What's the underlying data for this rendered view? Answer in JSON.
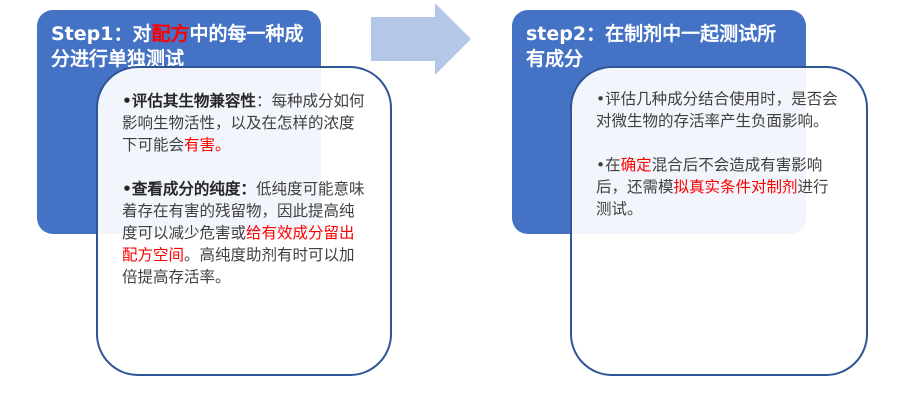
{
  "colors": {
    "header_fill": "#4472c4",
    "card_border": "#2f5597",
    "arrow_fill": "#b4c7e7",
    "highlight": "#ff0000"
  },
  "step1": {
    "title_pre": "Step1：对",
    "title_highlight": "配方",
    "title_post": "中的每一种成分进行单独测试",
    "bullets": [
      {
        "marker": "•",
        "bold": "评估其生物兼容性",
        "text": "：每种成分如何影响生物活性，以及在怎样的浓度下可能会",
        "highlight": "有害。",
        "tail": ""
      },
      {
        "marker": "•",
        "bold": "查看成分的纯度：",
        "text": "低纯度可能意味着存在有害的残留物，因此提高纯度可以减少危害或",
        "highlight": "给有效成分留出配方空间",
        "tail": "。高纯度助剂有时可以加倍提高存活率。"
      }
    ]
  },
  "step2": {
    "title": "step2：在制剂中一起测试所有成分",
    "bullets": [
      {
        "marker": "•",
        "text_pre": "评估几种成分结合使用时，是否会对微生物的存活率产生负面影响。",
        "highlight": "",
        "text_mid": "",
        "highlight2": "",
        "tail": ""
      },
      {
        "marker": "•",
        "text_pre": "在",
        "highlight": "确定",
        "text_mid": "混合后不会造成有害影响后，还需模",
        "highlight2": "拟真实条件对制剂",
        "tail": "进行测试。"
      }
    ]
  }
}
